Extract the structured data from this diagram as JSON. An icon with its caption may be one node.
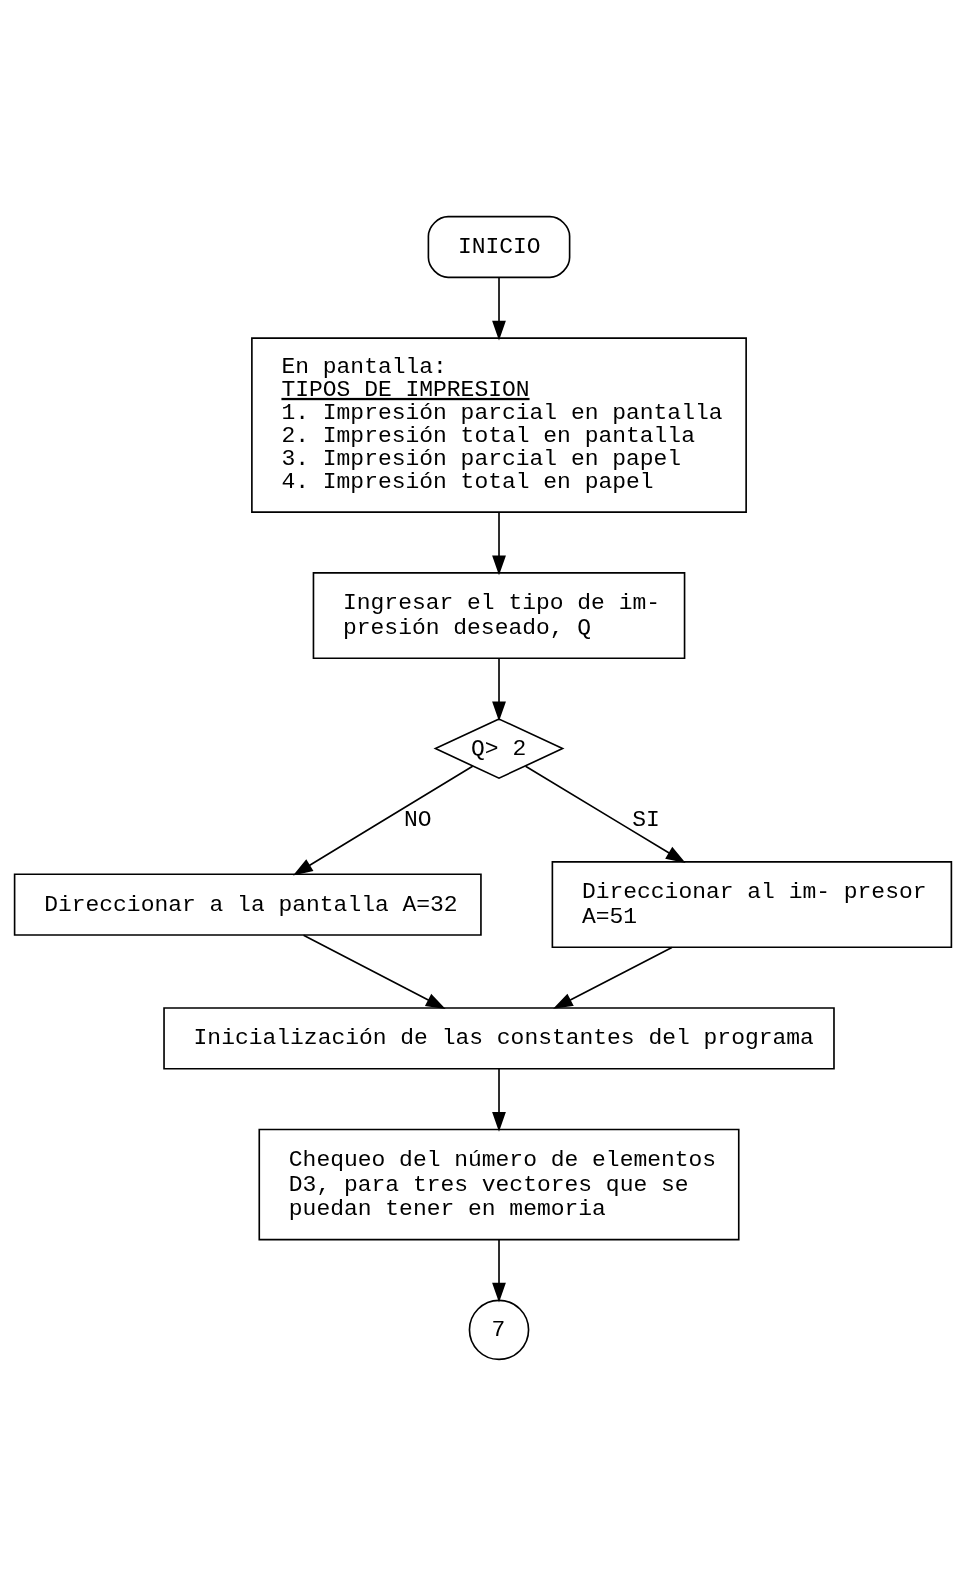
{
  "diagram": {
    "nodes": [
      {
        "text": [
          "INICIO"
        ]
      },
      {
        "text": [
          "En pantalla:",
          "TIPOS DE IMPRESION",
          "1. Impresión parcial en pantalla",
          "2. Impresión total en pantalla",
          "3. Impresión parcial en papel",
          "4. Impresión total en papel"
        ]
      },
      {
        "text": [
          "Ingresar el tipo de im- presión deseado, Q"
        ]
      },
      {
        "text": [
          "Q> 2"
        ]
      },
      {
        "text": [
          "Direccionar a la pantalla A=32"
        ]
      },
      {
        "text": [
          "Direccionar al im- presor A=51"
        ]
      },
      {
        "text": [
          "Inicialización de las constantes del programa"
        ]
      },
      {
        "text": [
          "Chequeo del número de elementos D3, para tres vectores que se puedan tener en memoria"
        ]
      },
      {
        "text": [
          "7"
        ]
      }
    ],
    "edges": [
      {
        "from": 0,
        "to": 1,
        "arrow": "to"
      },
      {
        "from": 1,
        "to": 2,
        "arrow": "to"
      },
      {
        "from": 2,
        "to": 3,
        "arrow": "to"
      },
      {
        "from": 3,
        "to": 4,
        "arrow": "to",
        "label": "NO"
      },
      {
        "from": 3,
        "to": 5,
        "arrow": "to",
        "label": "SI"
      },
      {
        "from": 5,
        "to": 6,
        "arrow": "to"
      },
      {
        "from": 4,
        "to": 6,
        "arrow": "to"
      },
      {
        "from": 6,
        "to": 7,
        "arrow": "to"
      },
      {
        "from": 7,
        "to": 8,
        "arrow": "to"
      }
    ]
  }
}
